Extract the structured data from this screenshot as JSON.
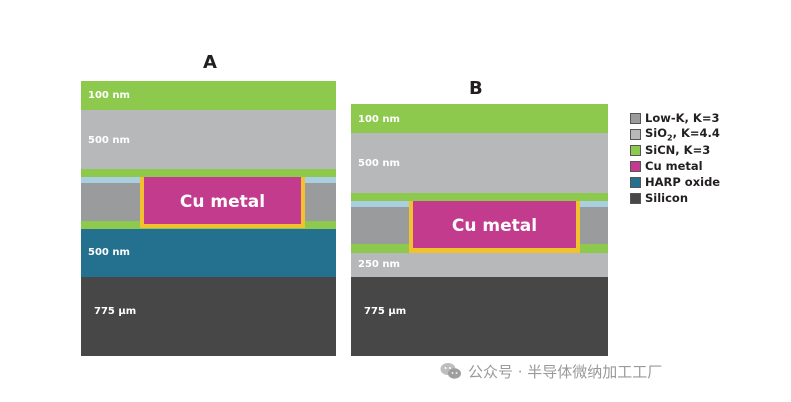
{
  "panel_a": {
    "title": "A",
    "label_top": "100 nm",
    "label_oxide": "500 nm",
    "cu_label": "Cu metal",
    "label_harp": "500 nm",
    "label_silicon": "775 µm"
  },
  "panel_b": {
    "title": "B",
    "label_top": "100 nm",
    "label_oxide": "500 nm",
    "cu_label": "Cu metal",
    "label_bottom_oxide": "250 nm",
    "label_silicon": "775 µm"
  },
  "legend": [
    {
      "label": "Low-K, K=3",
      "color": "#9a9b9d"
    },
    {
      "label": "SiO2, K=4.4",
      "color": "#b7b8ba",
      "sub_base": "SiO",
      "sub": "2",
      "suffix": ", K=4.4"
    },
    {
      "label": "SiCN, K=3",
      "color": "#8dc94d"
    },
    {
      "label": "Cu metal",
      "color": "#c23b8c"
    },
    {
      "label": "HARP oxide",
      "color": "#24718f"
    },
    {
      "label": "Silicon",
      "color": "#474747"
    }
  ],
  "watermark": "公众号 · 半导体微纳加工工厂",
  "colors": {
    "sicn": "#8dc94d",
    "sio2": "#b7b8ba",
    "lowk": "#9a9b9d",
    "cu": "#c23b8c",
    "harp": "#24718f",
    "silicon": "#474747",
    "liner": "#f2c12e",
    "thin_liner": "#a9cfe0"
  }
}
